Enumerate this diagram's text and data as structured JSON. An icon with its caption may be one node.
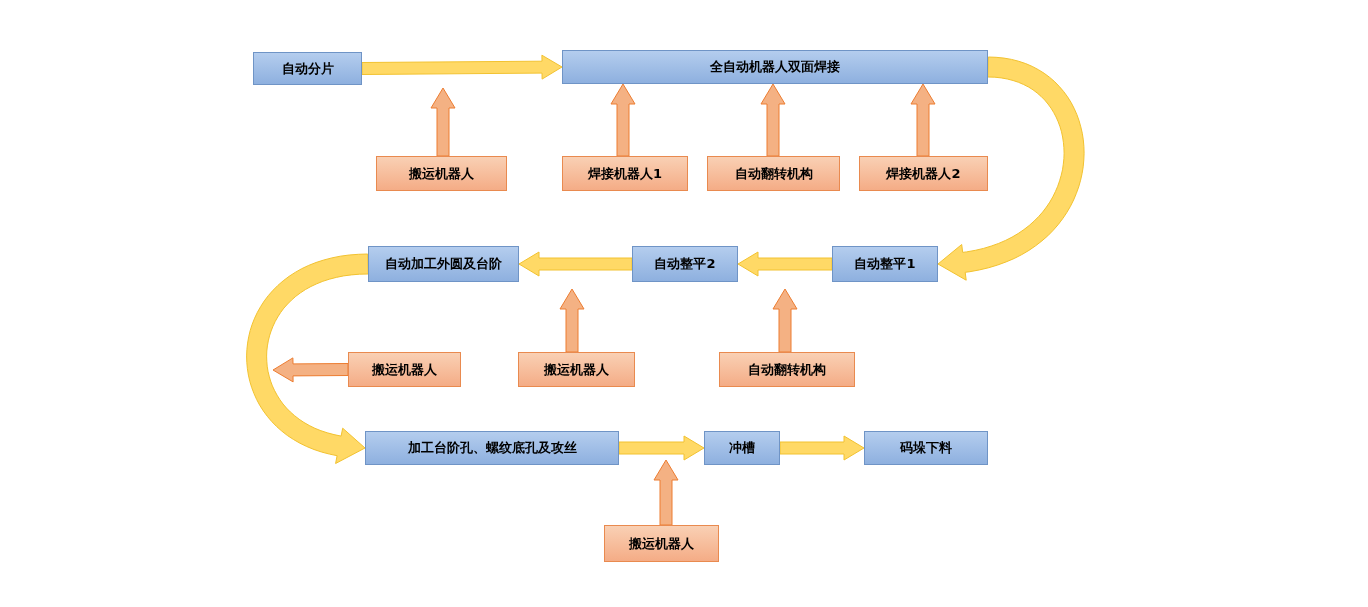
{
  "diagram": {
    "nodes": [
      {
        "text": [
          "自动分片"
        ]
      },
      {
        "text": [
          "全自动机器人双面焊接"
        ]
      },
      {
        "text": [
          "搬运机器人"
        ]
      },
      {
        "text": [
          "焊接机器人1"
        ]
      },
      {
        "text": [
          "自动翻转机构"
        ]
      },
      {
        "text": [
          "焊接机器人2"
        ]
      },
      {
        "text": [
          "自动整平1"
        ]
      },
      {
        "text": [
          "自动整平2"
        ]
      },
      {
        "text": [
          "自动加工外圆及台阶"
        ]
      },
      {
        "text": [
          "搬运机器人"
        ]
      },
      {
        "text": [
          "搬运机器人"
        ]
      },
      {
        "text": [
          "自动翻转机构"
        ]
      },
      {
        "text": [
          "加工台阶孔、螺纹底孔及攻丝"
        ]
      },
      {
        "text": [
          "冲槽"
        ]
      },
      {
        "text": [
          "码垛下料"
        ]
      },
      {
        "text": [
          "搬运机器人"
        ]
      }
    ],
    "edges": [
      {
        "from": 0,
        "to": 1,
        "arrow": "to",
        "color": "#ffd966"
      },
      {
        "from": 2,
        "to": null,
        "arrow": "to"
      },
      {
        "from": 3,
        "to": 1,
        "arrow": "to"
      },
      {
        "from": 4,
        "to": 1,
        "arrow": "to"
      },
      {
        "from": 5,
        "to": 1,
        "arrow": "to"
      },
      {
        "from": 1,
        "to": 6,
        "arrow": "to",
        "color": "#ffd966"
      },
      {
        "from": 6,
        "to": 7,
        "arrow": "to",
        "color": "#ffd966"
      },
      {
        "from": 7,
        "to": 8,
        "arrow": "to",
        "color": "#ffd966"
      },
      {
        "from": 10,
        "to": null,
        "arrow": "to"
      },
      {
        "from": 11,
        "to": null,
        "arrow": "to"
      },
      {
        "from": 8,
        "to": 12,
        "arrow": "to",
        "color": "#ffd966"
      },
      {
        "from": 9,
        "to": null,
        "arrow": "to"
      },
      {
        "from": 12,
        "to": 13,
        "arrow": "to",
        "color": "#ffd966"
      },
      {
        "from": 13,
        "to": 14,
        "arrow": "to",
        "color": "#ffd966"
      },
      {
        "from": 15,
        "to": null,
        "arrow": "to"
      }
    ]
  }
}
